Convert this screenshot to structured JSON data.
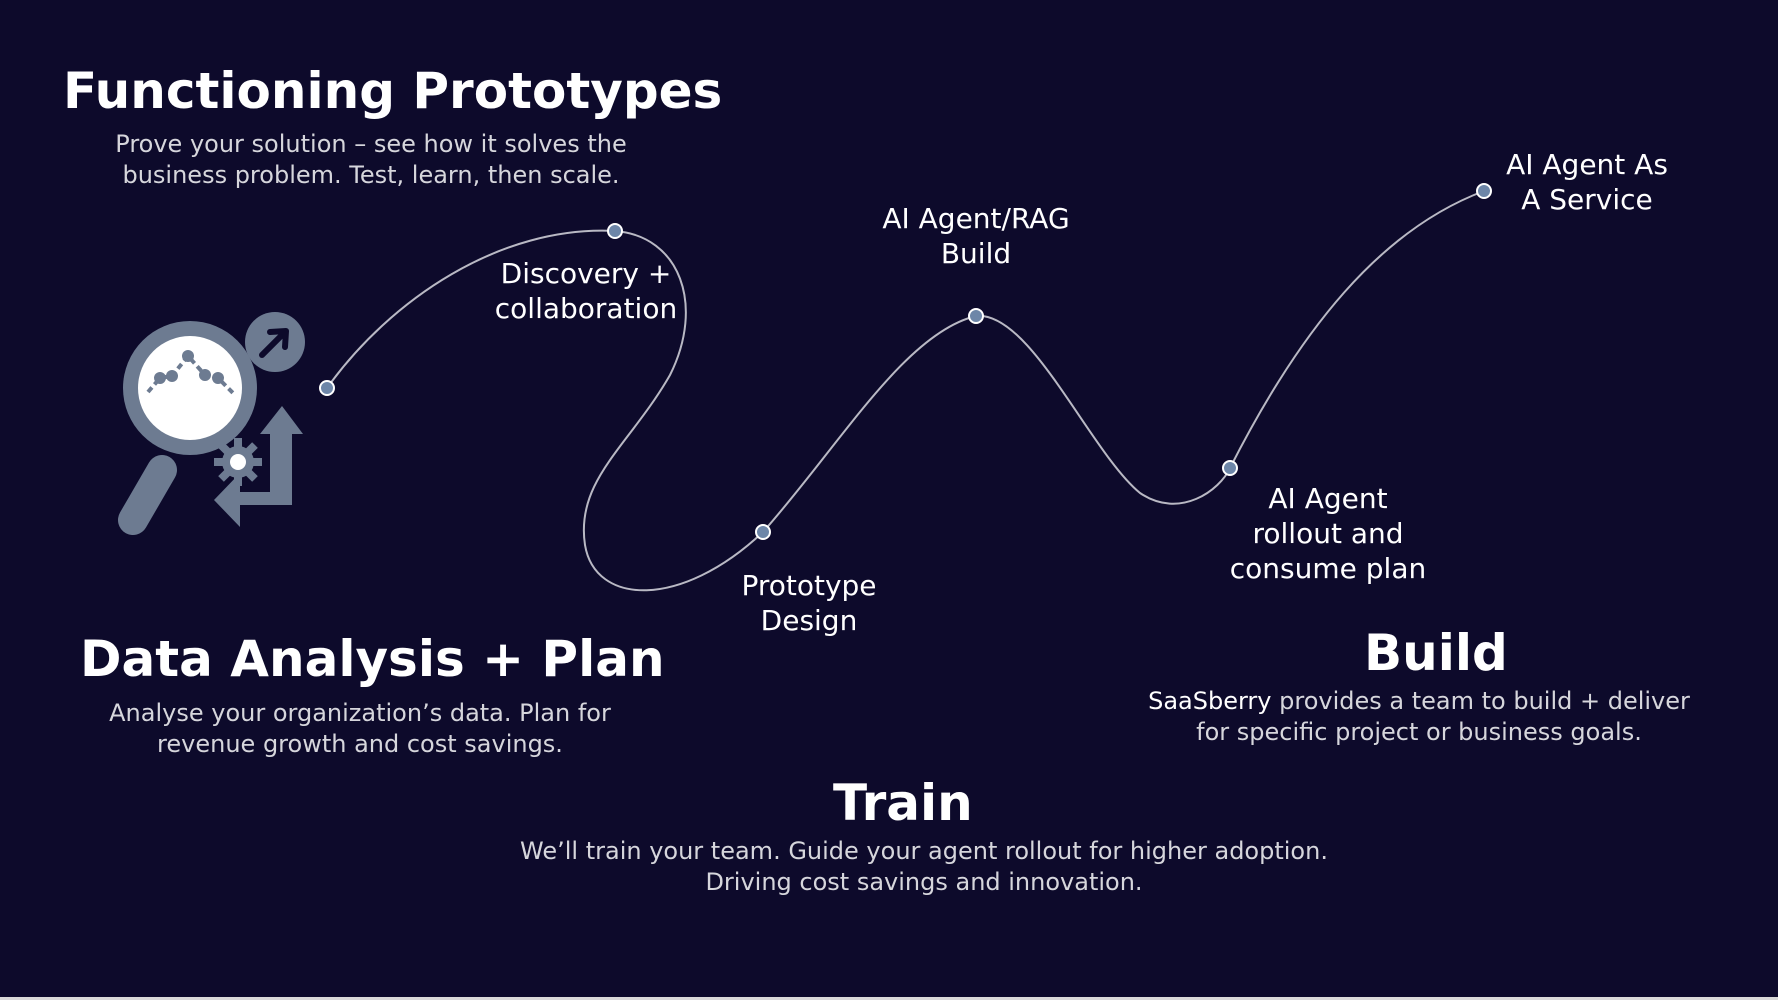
{
  "sections": {
    "functioning": {
      "title": "Functioning Prototypes",
      "desc": "Prove your solution – see how it solves the business problem. Test, learn, then scale."
    },
    "data_analysis": {
      "title": "Data Analysis + Plan",
      "desc": "Analyse your organization’s data. Plan for revenue growth and cost savings."
    },
    "train": {
      "title": "Train",
      "desc": "We’ll train your team. Guide your agent rollout for higher adoption. Driving cost savings and innovation."
    },
    "build": {
      "title": "Build",
      "brand": "SaaSberry",
      "desc": " provides a team to build + deliver for specific project or business goals."
    }
  },
  "nodes": {
    "discovery": "Discovery +\ncollaboration",
    "prototype": "Prototype\nDesign",
    "rag": "AI Agent/RAG\nBuild",
    "rollout": "AI Agent\nrollout and\nconsume plan",
    "service": "AI Agent As\nA Service"
  },
  "icons": {
    "analysis": "magnifier-chart-arrows-gear-icon"
  },
  "colors": {
    "background": "#0d0a2b",
    "curve": "#b9b9c4",
    "node_fill": "#6d86a8",
    "icon": "#6d7b91"
  }
}
